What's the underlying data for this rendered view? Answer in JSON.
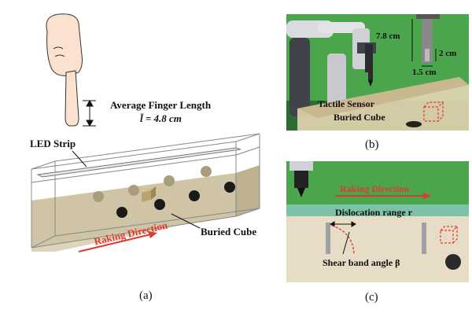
{
  "panel_a": {
    "finger_label": "Average Finger Length",
    "finger_formula": "l̄ = 4.8 cm",
    "led_label": "LED Strip",
    "cube_label": "Buried Cube",
    "raking_label": "Raking Direction",
    "caption": "(a)",
    "colors": {
      "raking": "#e03a2f",
      "sand": "#d9cfb4",
      "ball": "#1a1a1a",
      "ball_light": "#a89e7c"
    }
  },
  "panel_b": {
    "dim_height": "7.8 cm",
    "dim_side": "2 cm",
    "dim_width": "1.5 cm",
    "sensor_label": "Tactile Sensor",
    "cube_label": "Buried Cube",
    "caption": "(b)"
  },
  "panel_c": {
    "raking_label": "Raking Direction",
    "dislocation_label": "Dislocation range r",
    "shear_label": "Shear band angle β",
    "caption": "(c)"
  }
}
